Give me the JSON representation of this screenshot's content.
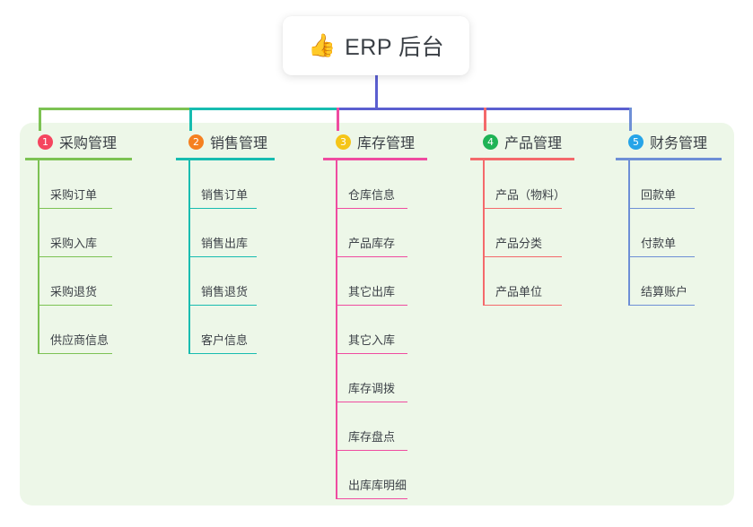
{
  "title": {
    "icon": "thumbs-up-icon",
    "icon_glyph": "👍",
    "text": "ERP 后台"
  },
  "theme": {
    "panel_bg": "#edf7e8",
    "card_bg": "#ffffff",
    "text": "#3a3f45",
    "trunk_from_title": "#5b5fd0"
  },
  "columns": [
    {
      "number": "1",
      "title": "采购管理",
      "badge_color": "#f5455f",
      "line_color": "#7cc253",
      "items": [
        {
          "label": "采购订单"
        },
        {
          "label": "采购入库"
        },
        {
          "label": "采购退货"
        },
        {
          "label": "供应商信息"
        }
      ]
    },
    {
      "number": "2",
      "title": "销售管理",
      "badge_color": "#f58020",
      "line_color": "#17bcb0",
      "items": [
        {
          "label": "销售订单"
        },
        {
          "label": "销售出库"
        },
        {
          "label": "销售退货"
        },
        {
          "label": "客户信息"
        }
      ]
    },
    {
      "number": "3",
      "title": "库存管理",
      "badge_color": "#f5c518",
      "line_color": "#ef4ba0",
      "items": [
        {
          "label": "仓库信息"
        },
        {
          "label": "产品库存"
        },
        {
          "label": "其它出库"
        },
        {
          "label": "其它入库"
        },
        {
          "label": "库存调拨"
        },
        {
          "label": "库存盘点"
        },
        {
          "label": "出库库明细"
        }
      ]
    },
    {
      "number": "4",
      "title": "产品管理",
      "badge_color": "#1fb355",
      "line_color": "#f4696b",
      "items": [
        {
          "label": "产品（物料）"
        },
        {
          "label": "产品分类"
        },
        {
          "label": "产品单位"
        }
      ]
    },
    {
      "number": "5",
      "title": "财务管理",
      "badge_color": "#26a4e8",
      "line_color": "#6e8fd6",
      "items": [
        {
          "label": "回款单"
        },
        {
          "label": "付款单"
        },
        {
          "label": "结算账户"
        }
      ]
    }
  ]
}
